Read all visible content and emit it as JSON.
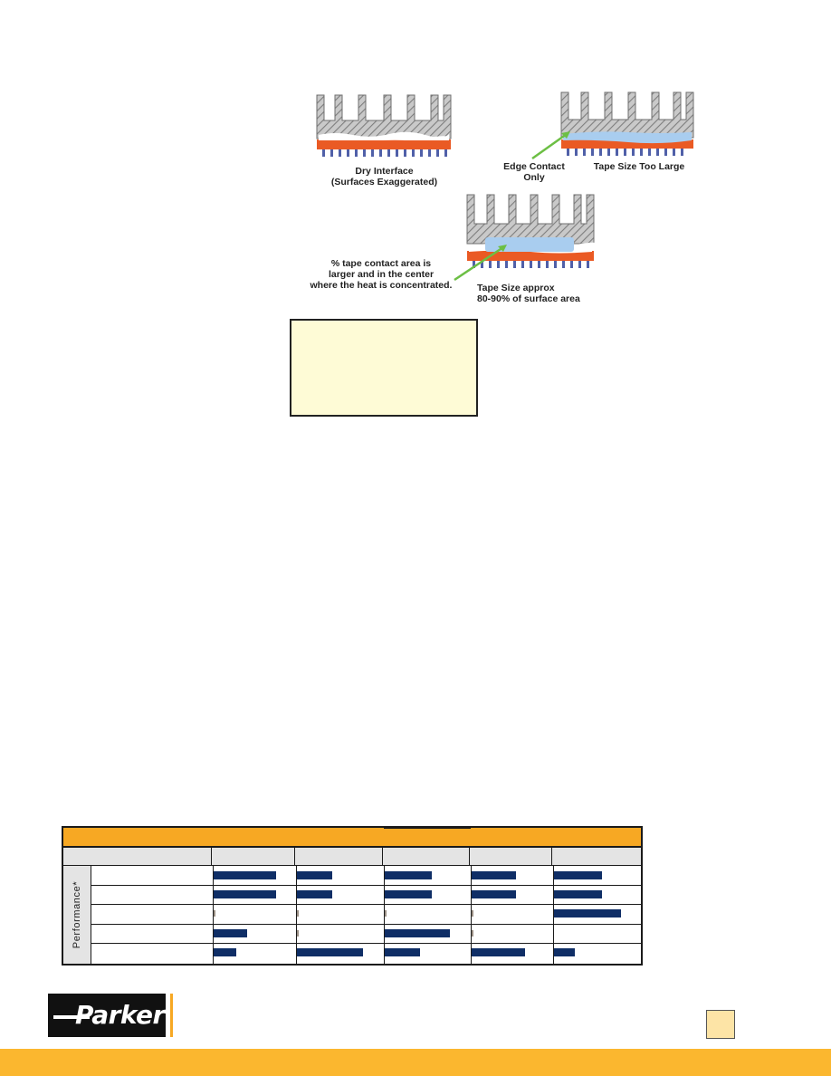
{
  "diagram": {
    "dry_interface": {
      "line1": "Dry Interface",
      "line2": "(Surfaces Exaggerated)"
    },
    "edge_contact": {
      "line1": "Edge Contact",
      "line2": "Only"
    },
    "too_large": "Tape Size Too Large",
    "center_contact": {
      "line1": "% tape contact area is",
      "line2": "larger and in the center",
      "line3": "where the heat is concentrated."
    },
    "tape_size": {
      "line1": "Tape Size approx",
      "line2": "80-90% of surface area"
    }
  },
  "table": {
    "row_group_label": "Performance*",
    "rows": [
      [
        0.78,
        0.42,
        0.56,
        0.56,
        0.56
      ],
      [
        0.78,
        0.42,
        0.56,
        0.56,
        0.56
      ],
      [
        0,
        0,
        0,
        0,
        0.78
      ],
      [
        0.42,
        0,
        0.78,
        0,
        null
      ],
      [
        0.28,
        0.78,
        0.42,
        0.68,
        0.24
      ]
    ]
  },
  "colors": {
    "header": "#f7a823",
    "bar": "#0f2e66",
    "footer": "#fbb72f",
    "note_box": "#fefbd6"
  },
  "footer": {
    "logo_text": "Parker"
  }
}
